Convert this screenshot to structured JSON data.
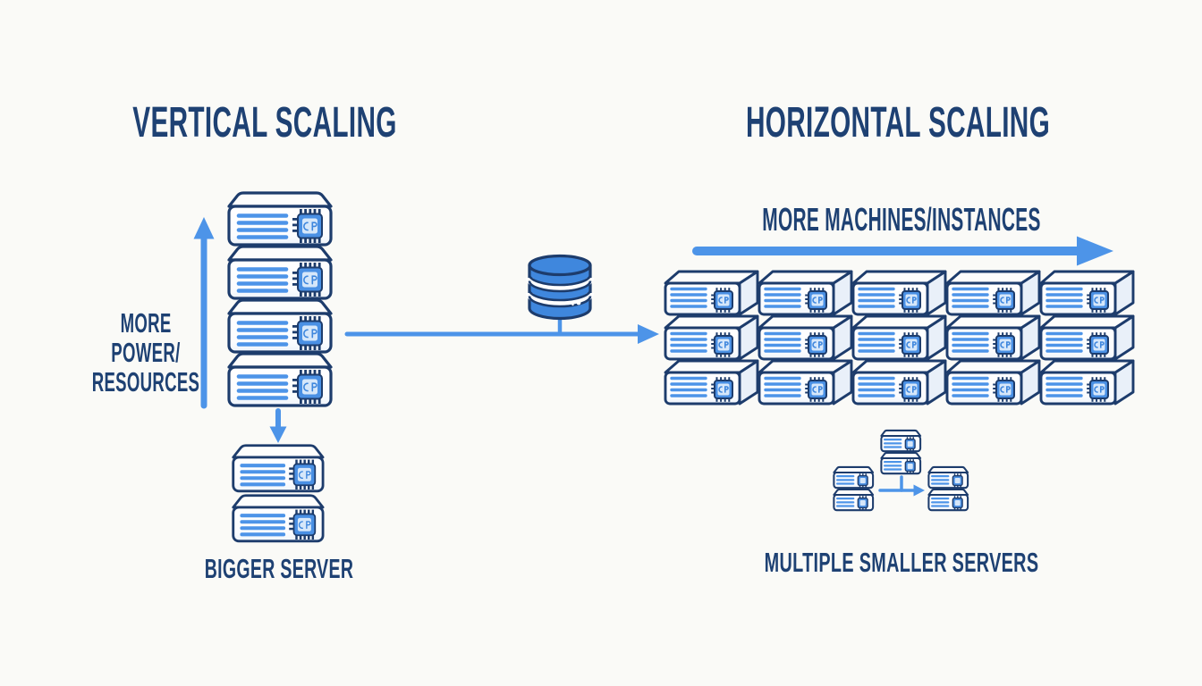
{
  "colors": {
    "background": "#fafaf7",
    "navy": "#1d3c6c",
    "text_navy": "#1e4173",
    "blue": "#4d94e8",
    "db_blue": "#3f87dd",
    "server_fill": "#fdfdfc",
    "side_fill": "#e9f0f9",
    "chip_fill": "#4a90e4",
    "chip_inner": "#d6e7fa"
  },
  "left_section": {
    "title": "VERTICAL SCALING",
    "arrow_label_lines": [
      "MORE",
      "POWER/",
      "RESOURCES"
    ],
    "stack_servers": 4,
    "result_servers": 2,
    "result_label": "BIGGER SERVER"
  },
  "center": {
    "connector_icon": "database"
  },
  "right_section": {
    "title": "HORIZONTAL SCALING",
    "arrow_label": "MORE MACHINES/INSTANCES",
    "grid_columns": 5,
    "grid_rows": 3,
    "cluster_stacks": 3,
    "cluster_label": "MULTIPLE SMALLER SERVERS"
  }
}
